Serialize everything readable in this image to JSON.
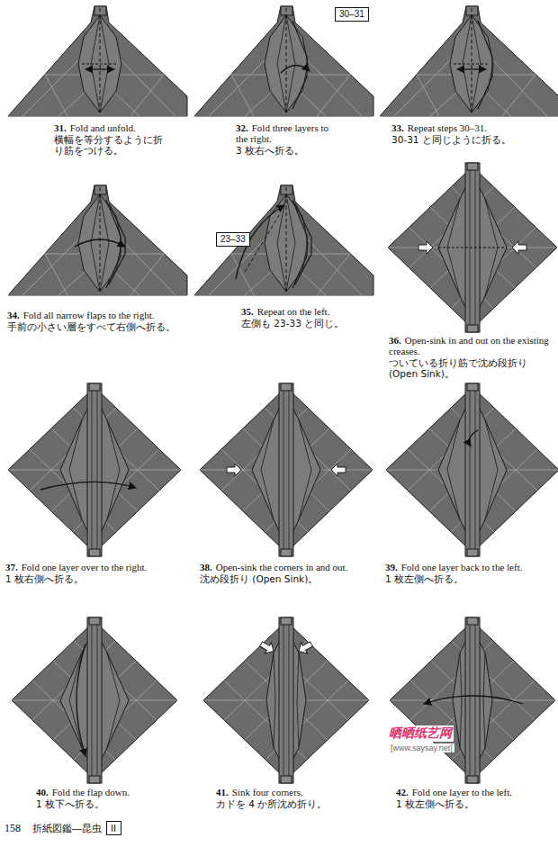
{
  "diagram": {
    "nodes": [
      {
        "text": [
          "30–31"
        ]
      },
      {
        "text": [
          "23–33"
        ]
      },
      {
        "text": [
          "II"
        ]
      }
    ],
    "labels": [
      "31.",
      "Fold and unfold.",
      "横幅を等分するように折り筋をつける。",
      "32.",
      "Fold three layers to the right.",
      "3 枚右へ折る。",
      "33.",
      "Repeat steps 30–31.",
      "30-31 と同じように折る。",
      "34.",
      "Fold all narrow flaps to the right.",
      "手前の小さい層をすべて右側へ折る。",
      "35.",
      "Repeat on the left.",
      "左側も 23-33 と同じ。",
      "36.",
      "Open-sink in and out on the existing creases.",
      "ついている折り筋で沈め段折り (Open Sink)。",
      "37.",
      "Fold one layer over to the right.",
      "1 枚右側へ折る。",
      "38.",
      "Open-sink the corners in and out.",
      "沈め段折り (Open Sink)。",
      "39.",
      "Fold one layer back to the left.",
      "1 枚左側へ折る。",
      "40.",
      "Fold the flap down.",
      "1 枚下へ折る。",
      "41.",
      "Sink four corners.",
      "カドを 4 か所沈め折り。",
      "42.",
      "Fold one layer to the left.",
      "1 枚左側へ折る。",
      "158",
      "折紙図鑑―昆虫",
      "晒晒纸艺网",
      "[www.saysay.net]"
    ]
  }
}
